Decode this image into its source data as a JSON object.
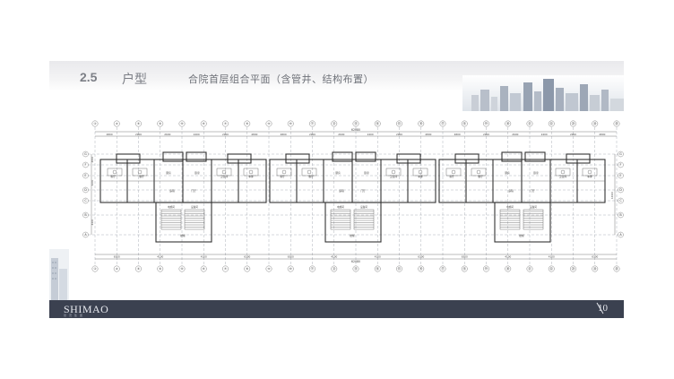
{
  "header": {
    "section_number": "2.5",
    "section_name": "户型",
    "subtitle": "合院首层组合平面（含管井、结构布置）"
  },
  "plan": {
    "top_grid_labels": [
      "①",
      "②",
      "③",
      "④",
      "⑤",
      "⑥",
      "⑦",
      "⑧",
      "⑨",
      "⑩",
      "⑪",
      "⑫",
      "⑬",
      "⑭",
      "⑮",
      "⑯",
      "⑰",
      "⑱",
      "⑲",
      "⑳",
      "㉑",
      "㉒",
      "㉓",
      "㉔",
      "㉕"
    ],
    "left_grid_labels": [
      "G",
      "F",
      "E",
      "D",
      "C",
      "B",
      "A"
    ],
    "top_overall_dim": "62080",
    "bottom_overall_dim": "62080",
    "top_dims": [
      "4800",
      "2900",
      "2600",
      "2400",
      "2900",
      "4800",
      "4800",
      "2900",
      "2600",
      "2400",
      "2900",
      "4800",
      "4800",
      "2900",
      "2600",
      "2400",
      "2900",
      "4800"
    ],
    "bottom_dims": [
      "6300",
      "4100",
      "4100",
      "6300",
      "6300",
      "4100",
      "4100",
      "6300",
      "6300",
      "4100",
      "4100",
      "6300"
    ],
    "left_dims": [
      "4800",
      "3200",
      "4400"
    ],
    "right_dims": [
      "14400"
    ],
    "room_labels": [
      "客厅",
      "餐厅",
      "厨房",
      "卧室",
      "卫生间",
      "车库",
      "庭院",
      "门厅",
      "楼梯"
    ],
    "detail_labels": [
      "下沉院",
      "电梯间",
      "设备间",
      "平台"
    ]
  },
  "footer": {
    "logo": "SHIMAO",
    "logo_sub": "世茂集团",
    "page_number": "10"
  }
}
